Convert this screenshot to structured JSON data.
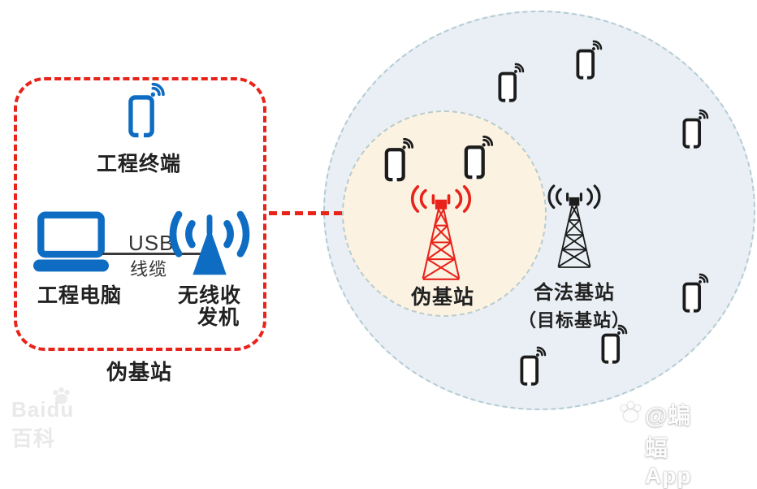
{
  "equipment_box": {
    "caption": "伪基站",
    "terminal_label": "工程终端",
    "computer_label": "工程电脑",
    "usb_label_line1": "USB",
    "usb_label_line2": "线缆",
    "transceiver_label_line1": "无线收",
    "transceiver_label_line2": "发机"
  },
  "coverage_area": {
    "fake_zone_label": "伪基站",
    "legit_label_line1": "合法基站",
    "legit_label_line2": "（目标基站）"
  },
  "watermarks": {
    "baidu_text": "Baidu百科",
    "bat_text": "@蝙蝠App"
  },
  "colors": {
    "device_blue": "#0e6cc2",
    "alert_red": "#e8231a",
    "tower_black": "#1c1c1c",
    "coverage_fill": "#e9eff4",
    "coverage_border": "#b4cbd3",
    "fake_zone_fill": "#fbf2e2",
    "label_text": "#212121"
  },
  "icons": {
    "phone": "phone-icon",
    "laptop": "laptop-icon",
    "antenna": "wireless-transceiver-icon",
    "fake_tower": "fake-base-station-tower-icon",
    "legit_tower": "legit-base-station-tower-icon",
    "paw": "paw-icon"
  }
}
